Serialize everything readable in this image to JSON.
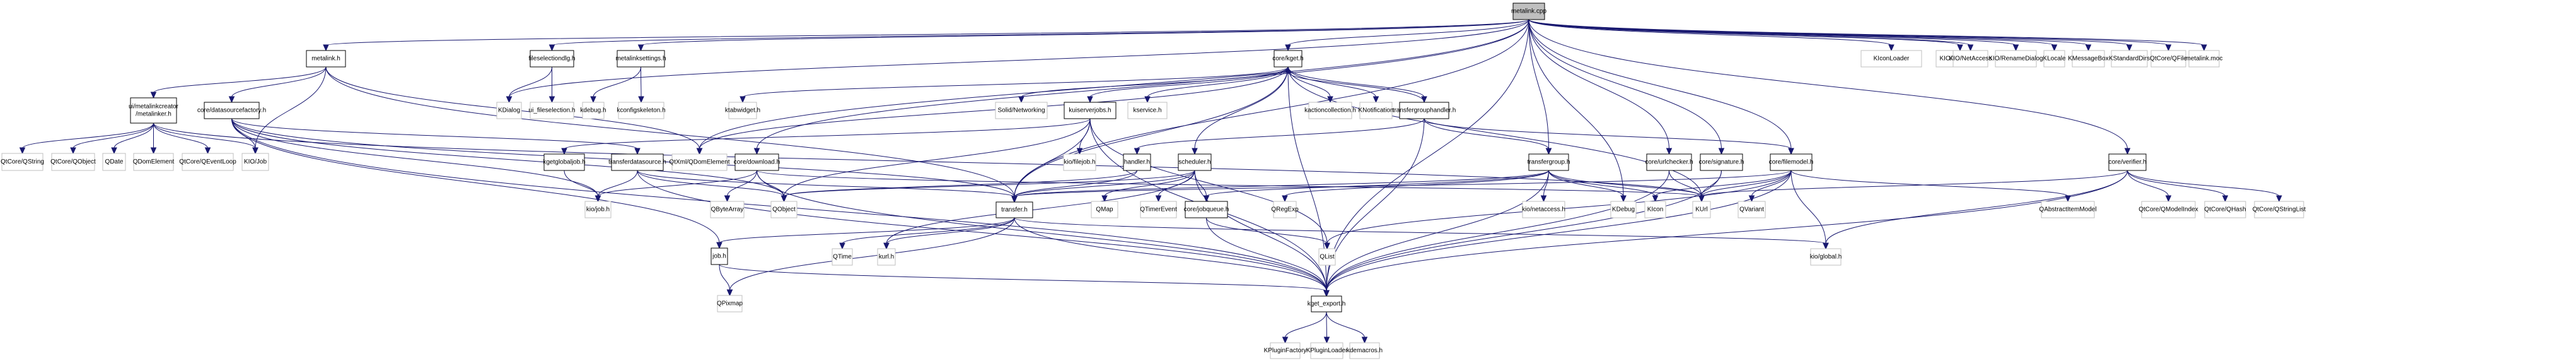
{
  "title": "metalink.cpp include dependency graph",
  "colors": {
    "edge": "#191970",
    "root_fill": "#bfbfbf",
    "local_border": "#000000",
    "external_border": "#bfbfbf"
  },
  "nodes": [
    {
      "id": "metalink_cpp",
      "label": "metalink.cpp",
      "kind": "root"
    },
    {
      "id": "metalink_h",
      "label": "metalink.h",
      "kind": "local"
    },
    {
      "id": "fileselectiondlg_h",
      "label": "fileselectiondlg.h",
      "kind": "local"
    },
    {
      "id": "metalinksettings_h",
      "label": "metalinksettings.h",
      "kind": "local"
    },
    {
      "id": "core_kget_h",
      "label": "core/kget.h",
      "kind": "local"
    },
    {
      "id": "KIconLoader",
      "label": "KIconLoader",
      "kind": "external"
    },
    {
      "id": "KIO_DeleteJob",
      "label": "KIO/DeleteJob",
      "kind": "external"
    },
    {
      "id": "KIO_NetAccess",
      "label": "KIO/NetAccess",
      "kind": "external"
    },
    {
      "id": "KIO_RenameDialog",
      "label": "KIO/RenameDialog",
      "kind": "external"
    },
    {
      "id": "KLocale",
      "label": "KLocale",
      "kind": "external"
    },
    {
      "id": "KMessageBox",
      "label": "KMessageBox",
      "kind": "external"
    },
    {
      "id": "KStandardDirs",
      "label": "KStandardDirs",
      "kind": "external"
    },
    {
      "id": "QtCore_QFile",
      "label": "QtCore/QFile",
      "kind": "external"
    },
    {
      "id": "metalink_moc",
      "label": "metalink.moc",
      "kind": "external"
    },
    {
      "id": "metalinker_h",
      "label": "ui/metalinkcreator\n/metalinker.h",
      "kind": "local"
    },
    {
      "id": "core_datasourcefactory_h",
      "label": "core/datasourcefactory.h",
      "kind": "local"
    },
    {
      "id": "KDialog",
      "label": "KDialog",
      "kind": "external"
    },
    {
      "id": "ui_fileselection_h",
      "label": "ui_fileselection.h",
      "kind": "external"
    },
    {
      "id": "kdebug_h",
      "label": "kdebug.h",
      "kind": "external"
    },
    {
      "id": "kconfigskeleton_h",
      "label": "kconfigskeleton.h",
      "kind": "external"
    },
    {
      "id": "ktabwidget_h",
      "label": "ktabwidget.h",
      "kind": "external"
    },
    {
      "id": "Solid_Networking",
      "label": "Solid/Networking",
      "kind": "external"
    },
    {
      "id": "kuiserverjobs_h",
      "label": "kuiserverjobs.h",
      "kind": "local"
    },
    {
      "id": "kservice_h",
      "label": "kservice.h",
      "kind": "external"
    },
    {
      "id": "kactioncollection_h",
      "label": "kactioncollection.h",
      "kind": "external"
    },
    {
      "id": "KNotification",
      "label": "KNotification",
      "kind": "external"
    },
    {
      "id": "transfergrouphandler_h",
      "label": "transfergrouphandler.h",
      "kind": "local"
    },
    {
      "id": "QtCore_QString",
      "label": "QtCore/QString",
      "kind": "external"
    },
    {
      "id": "QtCore_QObject",
      "label": "QtCore/QObject",
      "kind": "external"
    },
    {
      "id": "QDate",
      "label": "QDate",
      "kind": "external"
    },
    {
      "id": "QDomElement",
      "label": "QDomElement",
      "kind": "external"
    },
    {
      "id": "QtCore_QEventLoop",
      "label": "QtCore/QEventLoop",
      "kind": "external"
    },
    {
      "id": "KIO_Job",
      "label": "KIO/Job",
      "kind": "external"
    },
    {
      "id": "kgetglobaljob_h",
      "label": "kgetglobaljob.h",
      "kind": "local"
    },
    {
      "id": "transferdatasource_h",
      "label": "transferdatasource.h",
      "kind": "local"
    },
    {
      "id": "QtXml_QDomElement",
      "label": "QtXml/QDomElement",
      "kind": "external"
    },
    {
      "id": "core_download_h",
      "label": "core/download.h",
      "kind": "local"
    },
    {
      "id": "kio_filejob_h",
      "label": "kio/filejob.h",
      "kind": "external"
    },
    {
      "id": "handler_h",
      "label": "handler.h",
      "kind": "local"
    },
    {
      "id": "scheduler_h",
      "label": "scheduler.h",
      "kind": "local"
    },
    {
      "id": "transfergroup_h",
      "label": "transfergroup.h",
      "kind": "local"
    },
    {
      "id": "core_urlchecker_h",
      "label": "core/urlchecker.h",
      "kind": "local"
    },
    {
      "id": "core_signature_h",
      "label": "core/signature.h",
      "kind": "local"
    },
    {
      "id": "core_filemodel_h",
      "label": "core/filemodel.h",
      "kind": "local"
    },
    {
      "id": "core_verifier_h",
      "label": "core/verifier.h",
      "kind": "local"
    },
    {
      "id": "kio_job_h",
      "label": "kio/job.h",
      "kind": "external"
    },
    {
      "id": "QByteArray",
      "label": "QByteArray",
      "kind": "external"
    },
    {
      "id": "QObject",
      "label": "QObject",
      "kind": "external"
    },
    {
      "id": "transfer_h",
      "label": "transfer.h",
      "kind": "local"
    },
    {
      "id": "QMap",
      "label": "QMap",
      "kind": "external"
    },
    {
      "id": "QTimerEvent",
      "label": "QTimerEvent",
      "kind": "external"
    },
    {
      "id": "core_jobqueue_h",
      "label": "core/jobqueue.h",
      "kind": "local"
    },
    {
      "id": "QRegExp",
      "label": "QRegExp",
      "kind": "external"
    },
    {
      "id": "kio_netaccess_h",
      "label": "kio/netaccess.h",
      "kind": "external"
    },
    {
      "id": "KDebug",
      "label": "KDebug",
      "kind": "external"
    },
    {
      "id": "KIcon",
      "label": "KIcon",
      "kind": "external"
    },
    {
      "id": "KUrl",
      "label": "KUrl",
      "kind": "external"
    },
    {
      "id": "QVariant",
      "label": "QVariant",
      "kind": "external"
    },
    {
      "id": "QAbstractItemModel",
      "label": "QAbstractItemModel",
      "kind": "external"
    },
    {
      "id": "QtCore_QModelIndex",
      "label": "QtCore/QModelIndex",
      "kind": "external"
    },
    {
      "id": "QtCore_QHash",
      "label": "QtCore/QHash",
      "kind": "external"
    },
    {
      "id": "QtCore_QStringList",
      "label": "QtCore/QStringList",
      "kind": "external"
    },
    {
      "id": "job_h",
      "label": "job.h",
      "kind": "local"
    },
    {
      "id": "QTime",
      "label": "QTime",
      "kind": "external"
    },
    {
      "id": "kurl_h",
      "label": "kurl.h",
      "kind": "external"
    },
    {
      "id": "QList",
      "label": "QList",
      "kind": "external"
    },
    {
      "id": "kio_global_h",
      "label": "kio/global.h",
      "kind": "external"
    },
    {
      "id": "QPixmap",
      "label": "QPixmap",
      "kind": "external"
    },
    {
      "id": "kget_export_h",
      "label": "kget_export.h",
      "kind": "local"
    },
    {
      "id": "KPluginFactory",
      "label": "KPluginFactory",
      "kind": "external"
    },
    {
      "id": "KPluginLoader",
      "label": "KPluginLoader",
      "kind": "external"
    },
    {
      "id": "kdemacros_h",
      "label": "kdemacros.h",
      "kind": "external"
    }
  ],
  "edges": [
    [
      "metalink_cpp",
      "metalink_h"
    ],
    [
      "metalink_cpp",
      "fileselectiondlg_h"
    ],
    [
      "metalink_cpp",
      "metalinksettings_h"
    ],
    [
      "metalink_cpp",
      "core_kget_h"
    ],
    [
      "metalink_cpp",
      "KIconLoader"
    ],
    [
      "metalink_cpp",
      "KIO_DeleteJob"
    ],
    [
      "metalink_cpp",
      "KIO_NetAccess"
    ],
    [
      "metalink_cpp",
      "KIO_RenameDialog"
    ],
    [
      "metalink_cpp",
      "KLocale"
    ],
    [
      "metalink_cpp",
      "KMessageBox"
    ],
    [
      "metalink_cpp",
      "KStandardDirs"
    ],
    [
      "metalink_cpp",
      "QtCore_QFile"
    ],
    [
      "metalink_cpp",
      "metalink_moc"
    ],
    [
      "metalink_cpp",
      "KDialog"
    ],
    [
      "metalink_cpp",
      "core_download_h"
    ],
    [
      "metalink_cpp",
      "transfergroup_h"
    ],
    [
      "metalink_cpp",
      "core_urlchecker_h"
    ],
    [
      "metalink_cpp",
      "core_signature_h"
    ],
    [
      "metalink_cpp",
      "core_filemodel_h"
    ],
    [
      "metalink_cpp",
      "core_verifier_h"
    ],
    [
      "metalink_cpp",
      "KDebug"
    ],
    [
      "metalink_cpp",
      "kget_export_h"
    ],
    [
      "metalink_cpp",
      "QtXml_QDomElement"
    ],
    [
      "metalink_cpp",
      "transfer_h"
    ],
    [
      "metalink_h",
      "metalinker_h"
    ],
    [
      "metalink_h",
      "core_datasourcefactory_h"
    ],
    [
      "metalink_h",
      "KIO_Job"
    ],
    [
      "metalink_h",
      "transfer_h"
    ],
    [
      "metalink_h",
      "QtXml_QDomElement"
    ],
    [
      "fileselectiondlg_h",
      "KDialog"
    ],
    [
      "fileselectiondlg_h",
      "ui_fileselection_h"
    ],
    [
      "metalinksettings_h",
      "kdebug_h"
    ],
    [
      "metalinksettings_h",
      "kconfigskeleton_h"
    ],
    [
      "core_kget_h",
      "ktabwidget_h"
    ],
    [
      "core_kget_h",
      "Solid_Networking"
    ],
    [
      "core_kget_h",
      "kuiserverjobs_h"
    ],
    [
      "core_kget_h",
      "kservice_h"
    ],
    [
      "core_kget_h",
      "kactioncollection_h"
    ],
    [
      "core_kget_h",
      "KNotification"
    ],
    [
      "core_kget_h",
      "transfergrouphandler_h"
    ],
    [
      "core_kget_h",
      "scheduler_h"
    ],
    [
      "core_kget_h",
      "QtXml_QDomElement"
    ],
    [
      "core_kget_h",
      "transfer_h"
    ],
    [
      "core_kget_h",
      "kget_export_h"
    ],
    [
      "core_kget_h",
      "KUrl"
    ],
    [
      "metalinker_h",
      "QtCore_QString"
    ],
    [
      "metalinker_h",
      "QtCore_QObject"
    ],
    [
      "metalinker_h",
      "QDate"
    ],
    [
      "metalinker_h",
      "QDomElement"
    ],
    [
      "metalinker_h",
      "QtCore_QEventLoop"
    ],
    [
      "metalinker_h",
      "KIO_Job"
    ],
    [
      "metalinker_h",
      "KUrl"
    ],
    [
      "core_datasourcefactory_h",
      "transferdatasource_h"
    ],
    [
      "core_datasourcefactory_h",
      "kio_job_h"
    ],
    [
      "core_datasourcefactory_h",
      "QObject"
    ],
    [
      "core_datasourcefactory_h",
      "job_h"
    ],
    [
      "core_datasourcefactory_h",
      "kget_export_h"
    ],
    [
      "core_datasourcefactory_h",
      "KIO_Job"
    ],
    [
      "core_datasourcefactory_h",
      "transfer_h"
    ],
    [
      "kuiserverjobs_h",
      "kgetglobaljob_h"
    ],
    [
      "kuiserverjobs_h",
      "kio_filejob_h"
    ],
    [
      "kuiserverjobs_h",
      "QObject"
    ],
    [
      "kuiserverjobs_h",
      "transfer_h"
    ],
    [
      "kuiserverjobs_h",
      "kget_export_h"
    ],
    [
      "kuiserverjobs_h",
      "QList"
    ],
    [
      "transfergrouphandler_h",
      "handler_h"
    ],
    [
      "transfergrouphandler_h",
      "transfergroup_h"
    ],
    [
      "transfergrouphandler_h",
      "core_kget_h"
    ],
    [
      "transfergrouphandler_h",
      "kget_export_h"
    ],
    [
      "transfergrouphandler_h",
      "core_filemodel_h"
    ],
    [
      "kgetglobaljob_h",
      "kio_job_h"
    ],
    [
      "transferdatasource_h",
      "kio_job_h"
    ],
    [
      "transferdatasource_h",
      "QObject"
    ],
    [
      "transferdatasource_h",
      "transfer_h"
    ],
    [
      "transferdatasource_h",
      "kget_export_h"
    ],
    [
      "core_download_h",
      "kio_job_h"
    ],
    [
      "core_download_h",
      "QByteArray"
    ],
    [
      "core_download_h",
      "QObject"
    ],
    [
      "core_download_h",
      "kget_export_h"
    ],
    [
      "core_download_h",
      "KUrl"
    ],
    [
      "handler_h",
      "transfer_h"
    ],
    [
      "handler_h",
      "QObject"
    ],
    [
      "scheduler_h",
      "transfer_h"
    ],
    [
      "scheduler_h",
      "QMap"
    ],
    [
      "scheduler_h",
      "QTimerEvent"
    ],
    [
      "scheduler_h",
      "core_jobqueue_h"
    ],
    [
      "scheduler_h",
      "QObject"
    ],
    [
      "scheduler_h",
      "kget_export_h"
    ],
    [
      "scheduler_h",
      "kurl_h"
    ],
    [
      "transfergroup_h",
      "transfer_h"
    ],
    [
      "transfergroup_h",
      "QRegExp"
    ],
    [
      "transfergroup_h",
      "kio_netaccess_h"
    ],
    [
      "transfergroup_h",
      "KDebug"
    ],
    [
      "transfergroup_h",
      "KIcon"
    ],
    [
      "transfergroup_h",
      "KUrl"
    ],
    [
      "transfergroup_h",
      "core_jobqueue_h"
    ],
    [
      "transfergroup_h",
      "kget_export_h"
    ],
    [
      "core_urlchecker_h",
      "KUrl"
    ],
    [
      "core_urlchecker_h",
      "kget_export_h"
    ],
    [
      "core_signature_h",
      "KUrl"
    ],
    [
      "core_signature_h",
      "kget_export_h"
    ],
    [
      "core_filemodel_h",
      "KIcon"
    ],
    [
      "core_filemodel_h",
      "KUrl"
    ],
    [
      "core_filemodel_h",
      "QVariant"
    ],
    [
      "core_filemodel_h",
      "QAbstractItemModel"
    ],
    [
      "core_filemodel_h",
      "kio_global_h"
    ],
    [
      "core_filemodel_h",
      "QList"
    ],
    [
      "core_filemodel_h",
      "kget_export_h"
    ],
    [
      "core_filemodel_h",
      "transfer_h"
    ],
    [
      "core_verifier_h",
      "QtCore_QModelIndex"
    ],
    [
      "core_verifier_h",
      "QtCore_QHash"
    ],
    [
      "core_verifier_h",
      "QtCore_QStringList"
    ],
    [
      "core_verifier_h",
      "KUrl"
    ],
    [
      "core_verifier_h",
      "kio_global_h"
    ],
    [
      "core_verifier_h",
      "kget_export_h"
    ],
    [
      "transfer_h",
      "job_h"
    ],
    [
      "transfer_h",
      "QTime"
    ],
    [
      "transfer_h",
      "kurl_h"
    ],
    [
      "transfer_h",
      "QPixmap"
    ],
    [
      "transfer_h",
      "kio_global_h"
    ],
    [
      "transfer_h",
      "kget_export_h"
    ],
    [
      "core_jobqueue_h",
      "QList"
    ],
    [
      "core_jobqueue_h",
      "kget_export_h"
    ],
    [
      "job_h",
      "QPixmap"
    ],
    [
      "job_h",
      "kget_export_h"
    ],
    [
      "kget_export_h",
      "KPluginFactory"
    ],
    [
      "kget_export_h",
      "KPluginLoader"
    ],
    [
      "kget_export_h",
      "kdemacros_h"
    ]
  ]
}
